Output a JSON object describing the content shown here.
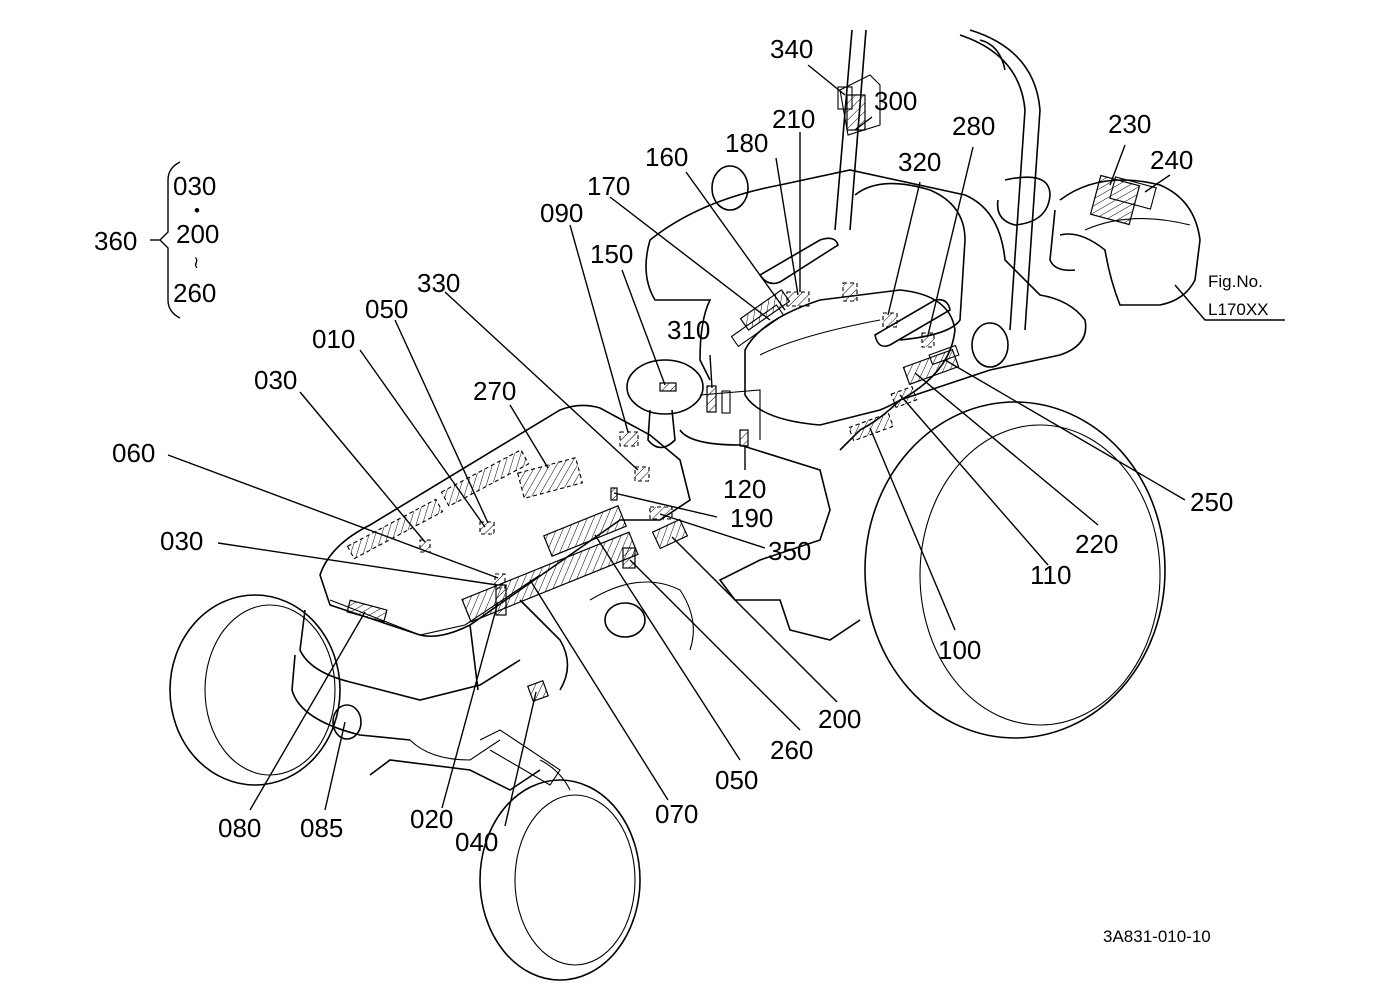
{
  "figure": {
    "fig_caption": "Fig.No.",
    "fig_number": "L170XX",
    "drawing_code": "3A831-010-10"
  },
  "group": {
    "number": "360",
    "items": [
      "030",
      "200",
      "260"
    ],
    "separator_dot": "•",
    "range_symbol": "≀"
  },
  "part_labels": {
    "p340": "340",
    "p300": "300",
    "p210": "210",
    "p180": "180",
    "p160": "160",
    "p170": "170",
    "p280": "280",
    "p320": "320",
    "p230": "230",
    "p240": "240",
    "p090": "090",
    "p150": "150",
    "p330": "330",
    "p310": "310",
    "p050a": "050",
    "p010": "010",
    "p270": "270",
    "p030a": "030",
    "p060": "060",
    "p120": "120",
    "p190": "190",
    "p030b": "030",
    "p350": "350",
    "p250": "250",
    "p220": "220",
    "p110": "110",
    "p100": "100",
    "p200": "200",
    "p260": "260",
    "p050b": "050",
    "p070": "070",
    "p080": "080",
    "p085": "085",
    "p020": "020",
    "p040": "040"
  }
}
